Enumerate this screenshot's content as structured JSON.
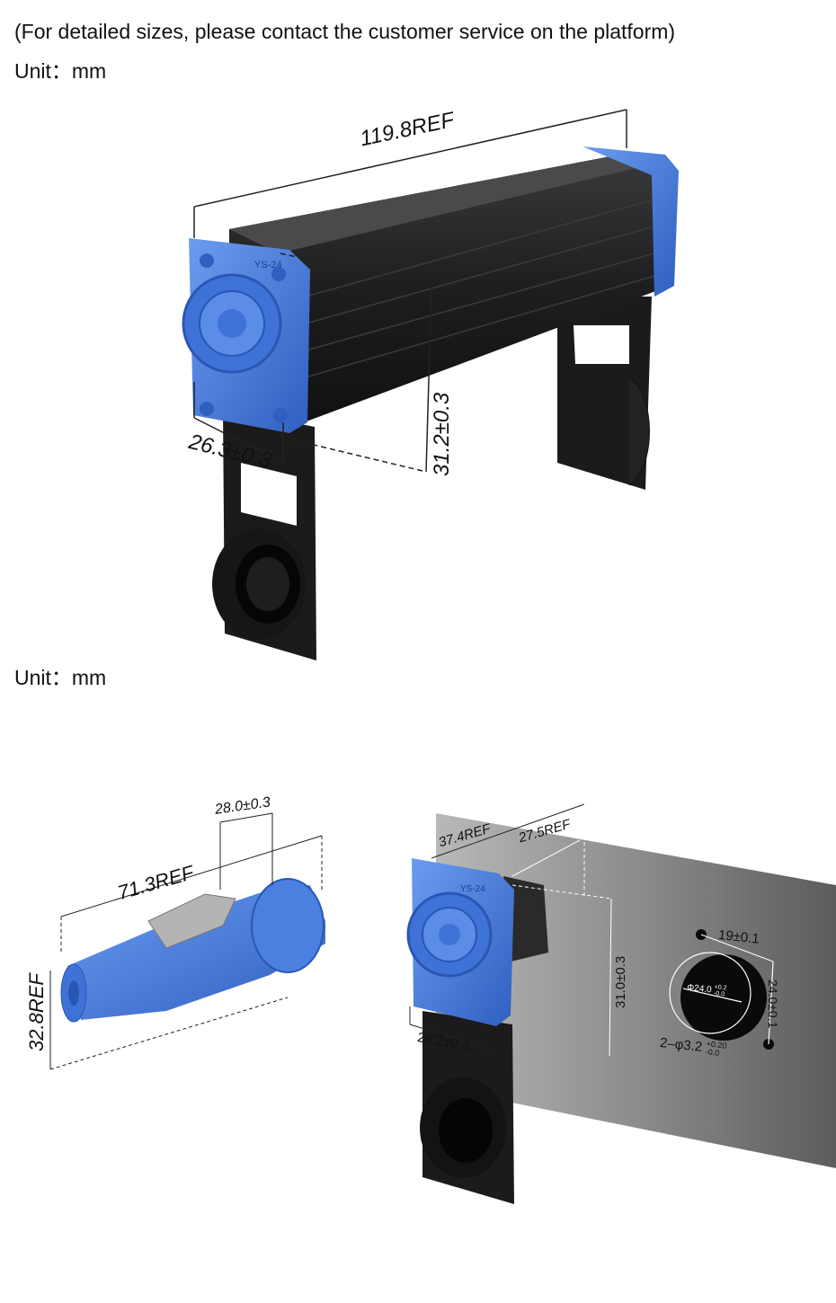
{
  "header": {
    "note": "(For detailed sizes, please contact the customer service on the platform)",
    "unit_top": "Unit：mm",
    "unit_mid": "Unit：mm"
  },
  "figure1": {
    "length": "119.8REF",
    "height": "31.2±0.3",
    "width": "26.3±0.3",
    "part_label": "YS-24"
  },
  "figure2": {
    "length": "71.3REF",
    "width": "28.0±0.3",
    "diameter": "32.8REF"
  },
  "figure3": {
    "depth_a": "37.4REF",
    "depth_b": "27.5REF",
    "height": "31.0±0.3",
    "width": "26.2±0.3",
    "hole_pitch_x": "19±0.1",
    "hole_pitch_y": "24.0±0.1",
    "hole_dia": "Φ24.0",
    "hole_dia_tol_upper": "+0.2",
    "hole_dia_tol_lower": "-0.0",
    "screw_holes": "2–φ3.2",
    "screw_tol_upper": "+0.20",
    "screw_tol_lower": "-0.0",
    "part_label": "YS-24"
  },
  "colors": {
    "connector_blue": "#4a7fd8",
    "housing_black": "#1c1c1e",
    "panel_gray": "#9a9a9a"
  }
}
